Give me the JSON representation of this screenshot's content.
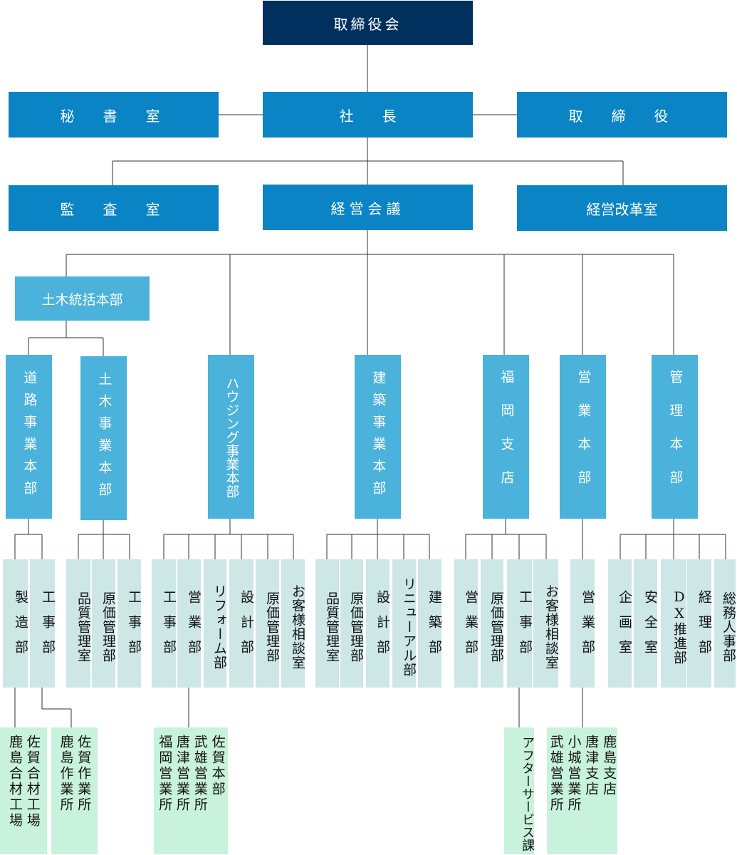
{
  "chart_data": {
    "type": "org-chart",
    "board": "取締役会",
    "president": "社　　長",
    "secretariat": "秘　書　室",
    "director": "取　締　役",
    "audit": "監　査　室",
    "meeting": "経営会議",
    "reform": "経営改革室",
    "civil_hq": "土木統括本部",
    "divisions": {
      "road": "道路事業本部",
      "civil": "土木事業本部",
      "housing": "ハウジング事業本部",
      "building": "建築事業本部",
      "fukuoka": "福岡支店",
      "sales": "営業本部",
      "admin": "管理本部"
    },
    "departments": {
      "road": [
        "製造部",
        "工事部"
      ],
      "civil": [
        "品質管理室",
        "原価管理部",
        "工事部"
      ],
      "housing": [
        "工事部",
        "営業部",
        "リフォーム部",
        "設計部",
        "原価管理部",
        "お客様相談室"
      ],
      "building": [
        "品質管理室",
        "原価管理部",
        "設計部",
        "リニューアル部",
        "建築部"
      ],
      "fukuoka": [
        "営業部",
        "原価管理部",
        "工事部",
        "お客様相談室"
      ],
      "sales": [
        "営業部"
      ],
      "admin": [
        "企画室",
        "安全室",
        "DX推進部",
        "経理部",
        "総務人事部"
      ]
    },
    "offices": {
      "factories": [
        "佐賀合材工場",
        "鹿島合材工場"
      ],
      "work_offices": [
        "佐賀作業所",
        "鹿島作業所"
      ],
      "housing_sales": [
        "佐賀本部",
        "武雄営業所",
        "唐津営業所",
        "福岡営業所"
      ],
      "after_service": "アフターサービス課",
      "branches": [
        "鹿島支店",
        "唐津支店",
        "小城営業所",
        "武雄営業所"
      ]
    }
  }
}
